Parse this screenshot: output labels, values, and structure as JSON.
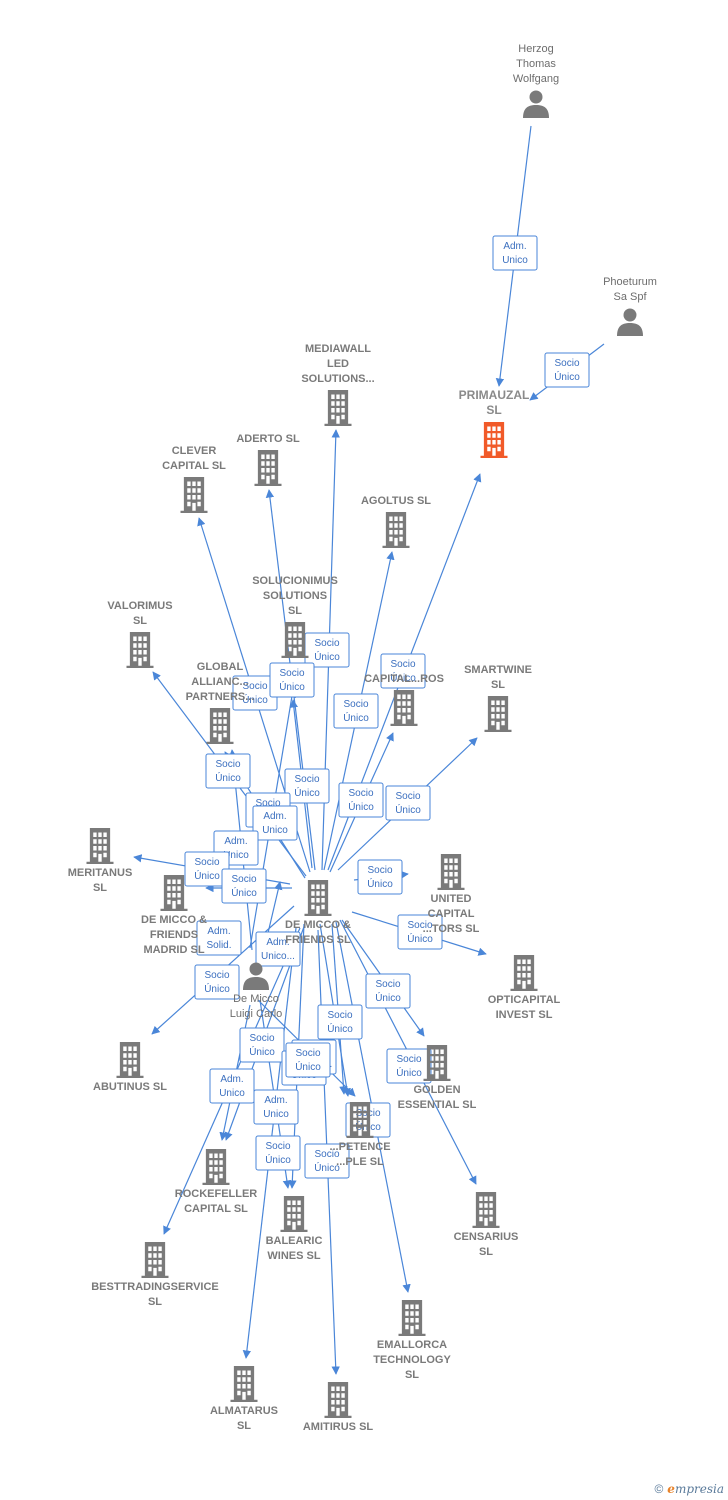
{
  "footer": {
    "copyright_symbol": "©",
    "brand_initial": "e",
    "brand_rest": "mpresia"
  },
  "colors": {
    "edge": "#4a86d8",
    "company_icon": "#7a7a7a",
    "focus_company_icon": "#f15a29",
    "person_icon": "#7a7a7a"
  },
  "nodes": [
    {
      "id": "herzog",
      "type": "person",
      "lines": [
        "Herzog",
        "Thomas",
        "Wolfgang"
      ]
    },
    {
      "id": "phoeturum",
      "type": "person",
      "lines": [
        "Phoeturum",
        "Sa Spf"
      ]
    },
    {
      "id": "primauzal",
      "type": "company",
      "focus": true,
      "lines": [
        "PRIMAUZAL",
        "SL"
      ]
    },
    {
      "id": "mediawall",
      "type": "company",
      "lines": [
        "MEDIAWALL",
        "LED",
        "SOLUTIONS..."
      ]
    },
    {
      "id": "aderto",
      "type": "company",
      "lines": [
        "ADERTO  SL"
      ]
    },
    {
      "id": "clever",
      "type": "company",
      "lines": [
        "CLEVER",
        "CAPITAL  SL"
      ]
    },
    {
      "id": "agoltus",
      "type": "company",
      "lines": [
        "AGOLTUS  SL"
      ]
    },
    {
      "id": "valorimus",
      "type": "company",
      "lines": [
        "VALORIMUS",
        "SL"
      ]
    },
    {
      "id": "solucionimus",
      "type": "company",
      "lines": [
        "SOLUCIONIMUS",
        "SOLUTIONS",
        "SL"
      ]
    },
    {
      "id": "global",
      "type": "company",
      "lines": [
        "GLOBAL",
        "ALLIANC...",
        "PARTNERS..."
      ]
    },
    {
      "id": "capitalros",
      "type": "company",
      "lines": [
        "CAPITAL...ROS"
      ]
    },
    {
      "id": "smartwine",
      "type": "company",
      "lines": [
        "SMARTWINE",
        "SL"
      ]
    },
    {
      "id": "meritanus",
      "type": "company",
      "lines": [
        "MERITANUS",
        "SL"
      ]
    },
    {
      "id": "demiccofriends",
      "type": "company",
      "lines": [
        "DE MICCO &",
        "FRIENDS",
        "MADRID  SL"
      ]
    },
    {
      "id": "center",
      "type": "company",
      "lines": [
        "DE MICCO &",
        "FRIENDS  SL"
      ]
    },
    {
      "id": "unitedcapital",
      "type": "company",
      "lines": [
        "UNITED",
        "CAPITAL",
        "...TORS  SL"
      ]
    },
    {
      "id": "deluigi",
      "type": "person",
      "lines": [
        "De Micco",
        "Luigi Carlo"
      ]
    },
    {
      "id": "opticapital",
      "type": "company",
      "lines": [
        "OPTICAPITAL",
        "INVEST  SL"
      ]
    },
    {
      "id": "abutinus",
      "type": "company",
      "lines": [
        "ABUTINUS  SL"
      ]
    },
    {
      "id": "golden",
      "type": "company",
      "lines": [
        "GOLDEN",
        "ESSENTIAL  SL"
      ]
    },
    {
      "id": "competence",
      "type": "company",
      "lines": [
        "...PETENCE",
        "...PLE  SL"
      ]
    },
    {
      "id": "rockefeller",
      "type": "company",
      "lines": [
        "ROCKEFELLER",
        "CAPITAL  SL"
      ]
    },
    {
      "id": "censarius",
      "type": "company",
      "lines": [
        "CENSARIUS",
        "SL"
      ]
    },
    {
      "id": "balearic",
      "type": "company",
      "lines": [
        "BALEARIC",
        "WINES  SL"
      ]
    },
    {
      "id": "besttrading",
      "type": "company",
      "lines": [
        "BESTTRADINGSERVICE",
        "SL"
      ]
    },
    {
      "id": "emallorca",
      "type": "company",
      "lines": [
        "EMALLORCA",
        "TECHNOLOGY",
        "SL"
      ]
    },
    {
      "id": "almatarus",
      "type": "company",
      "lines": [
        "ALMATARUS",
        "SL"
      ]
    },
    {
      "id": "amitirus",
      "type": "company",
      "lines": [
        "AMITIRUS  SL"
      ]
    }
  ],
  "edge_labels": [
    {
      "id": "herzog-primauzal",
      "lines": [
        "Adm.",
        "Unico"
      ]
    },
    {
      "id": "phoeturum-primauzal",
      "lines": [
        "Socio",
        "Único"
      ]
    },
    {
      "id": "center-mediawall",
      "lines": [
        "Socio",
        "Único"
      ]
    },
    {
      "id": "center-capitalros",
      "lines": [
        "Socio",
        "Único"
      ]
    },
    {
      "id": "center-clever",
      "lines": [
        "Socio",
        "Único"
      ]
    },
    {
      "id": "center-aderto",
      "lines": [
        "Socio",
        "Único"
      ]
    },
    {
      "id": "center-agoltus",
      "lines": [
        "Socio",
        "Único"
      ]
    },
    {
      "id": "center-valorimus",
      "lines": [
        "Socio",
        "Único"
      ]
    },
    {
      "id": "center-solucionimus",
      "lines": [
        "Socio",
        "Único"
      ]
    },
    {
      "id": "center-primauzal",
      "lines": [
        "Socio",
        "Único"
      ]
    },
    {
      "id": "center-smartwine",
      "lines": [
        "Socio",
        "Único"
      ]
    },
    {
      "id": "center-global",
      "lines": [
        "Socio",
        "Único"
      ]
    },
    {
      "id": "deluigi-global",
      "lines": [
        "Adm.",
        "Unico"
      ]
    },
    {
      "id": "deluigi-global-2",
      "lines": [
        "Adm.",
        "Unico"
      ]
    },
    {
      "id": "center-meritanus",
      "lines": [
        "Socio",
        "Único"
      ]
    },
    {
      "id": "center-demiccofriends",
      "lines": [
        "Socio",
        "Único"
      ]
    },
    {
      "id": "deluigi-demiccofriends",
      "lines": [
        "Adm.",
        "Solid."
      ]
    },
    {
      "id": "deluigi-center",
      "lines": [
        "Adm.",
        "Unico..."
      ]
    },
    {
      "id": "center-unitedcapital",
      "lines": [
        "Socio",
        "Único"
      ]
    },
    {
      "id": "center-opticapital",
      "lines": [
        "Socio",
        "Único"
      ]
    },
    {
      "id": "center-abutinus",
      "lines": [
        "Socio",
        "Único"
      ]
    },
    {
      "id": "center-golden",
      "lines": [
        "Socio",
        "Único"
      ]
    },
    {
      "id": "center-competence",
      "lines": [
        "Socio",
        "Único"
      ]
    },
    {
      "id": "center-rockefeller",
      "lines": [
        "Socio",
        "Único"
      ]
    },
    {
      "id": "deluigi-rockefeller",
      "lines": [
        "Adm.",
        "Unico"
      ]
    },
    {
      "id": "deluigi-balearic",
      "lines": [
        "Adm.",
        "Unico...."
      ]
    },
    {
      "id": "deluigi-balearic-2",
      "lines": [
        "Adm.",
        "Unico"
      ]
    },
    {
      "id": "center-censarius",
      "lines": [
        "Socio",
        "Único"
      ]
    },
    {
      "id": "center-balearic",
      "lines": [
        "Socio",
        "Único"
      ]
    },
    {
      "id": "center-emallorca",
      "lines": [
        "Socio",
        "Único"
      ]
    },
    {
      "id": "center-competence-2",
      "lines": [
        "Socio",
        "Único"
      ]
    },
    {
      "id": "center-almatarus",
      "lines": [
        "Socio",
        "Único"
      ]
    },
    {
      "id": "center-amitirus",
      "lines": [
        "Socio",
        "Único"
      ]
    },
    {
      "id": "center-solucionimus-2",
      "lines": [
        "Socio",
        "Único"
      ]
    },
    {
      "id": "center-capitalros-2",
      "lines": [
        "Socio",
        "Único"
      ]
    }
  ]
}
